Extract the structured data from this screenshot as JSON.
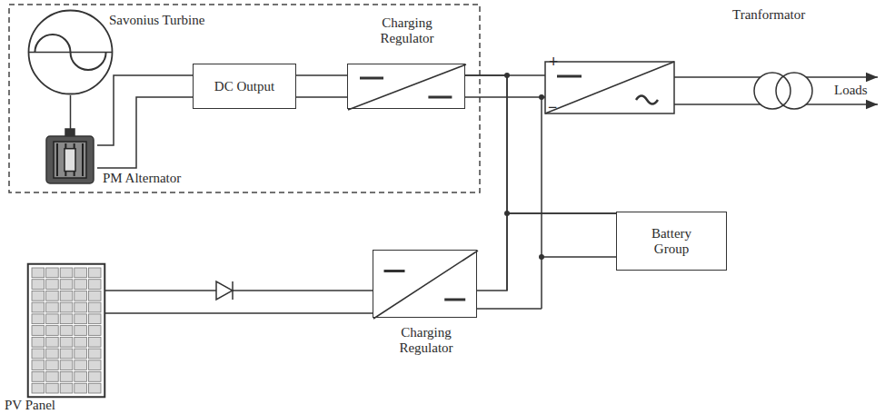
{
  "diagram": {
    "nodes": [
      {
        "text": [
          "Savonius Turbine"
        ]
      },
      {
        "text": [
          "PM Alternator"
        ]
      },
      {
        "text": [
          "DC Output"
        ]
      },
      {
        "text": [
          "Charging Regulator"
        ]
      },
      {
        "text": [
          "Battery Group"
        ]
      },
      {
        "text": [
          "PV Panel"
        ]
      },
      {
        "text": [
          "Charging Regulator"
        ]
      }
    ],
    "edges": [
      {
        "from": 0,
        "to": 1,
        "arrow": "none"
      },
      {
        "from": 1,
        "to": 2,
        "arrow": "none"
      },
      {
        "from": 2,
        "to": 3,
        "arrow": "none"
      },
      {
        "from": 3,
        "to": 4,
        "arrow": "none"
      },
      {
        "from": 5,
        "to": 6,
        "arrow": "none"
      },
      {
        "from": 6,
        "to": 4,
        "arrow": "none"
      }
    ],
    "labels": [
      "+",
      "−",
      "Tranformator",
      "Loads"
    ]
  }
}
